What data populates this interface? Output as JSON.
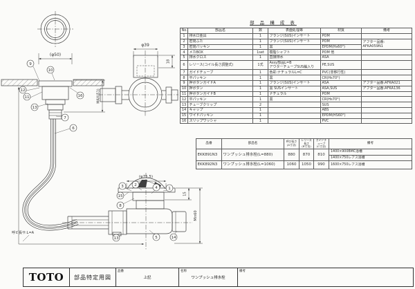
{
  "page": {
    "bg": "#fbfbf9",
    "ink": "#3f3f3f"
  },
  "title_block": {
    "logo": "TOTO",
    "doc_type": "部品特定用図",
    "part_no_label": "品番",
    "part_no_value": "上記",
    "name_label": "名称",
    "name_value": "ワンプッシュ排水栓",
    "remarks_label": "備考"
  },
  "parts_table": {
    "title": "部 品 構 成 表",
    "headers": [
      "No.",
      "部品名",
      "数",
      "表面処理等",
      "材質",
      "備考"
    ],
    "rows": [
      {
        "no": "1",
        "name": "排水口金具",
        "qty": "1",
        "surface": "フランジ(SUS)インサート",
        "material": "POM",
        "remark": ""
      },
      {
        "no": "2",
        "name": "密閉ふた",
        "qty": "1",
        "surface": "フランジ(SUS)インサート",
        "material": "POM",
        "remark": "アフター品番:\nAFKA059N1",
        "remark_rowspan": 2
      },
      {
        "no": "3",
        "name": "密閉パッキン",
        "qty": "1",
        "surface": "黒",
        "material": "EPDM(Hs60°)"
      },
      {
        "no": "4",
        "name": "メカBOX",
        "qty": "1set",
        "surface": "樹脂シャフト",
        "material": "POM 他",
        "remark": ""
      },
      {
        "no": "5",
        "name": "排水クロス",
        "qty": "1",
        "surface": "直接排水",
        "material": "ASA",
        "remark": ""
      },
      {
        "no": "6",
        "name": "レリース(コイル長さ調整式)",
        "qty": "1式",
        "surface": "Assy部品L=B\nアウターチューブSUS編入り",
        "material": "PE,SUS",
        "remark": ""
      },
      {
        "no": "7",
        "name": "ガイドチューブ",
        "qty": "1",
        "surface": "色彩:ナチュラルL=C",
        "material": "PVC(非移行性)",
        "remark": ""
      },
      {
        "no": "8",
        "name": "平パッキン",
        "qty": "1",
        "surface": "黒",
        "material": "CR(Hs70°)",
        "remark": ""
      },
      {
        "no": "9",
        "name": "押ボタンガイドA",
        "qty": "1",
        "surface": "フランジ(SUS)インサート",
        "material": "ASA",
        "remark": "アフター品番:AFKA021"
      },
      {
        "no": "10",
        "name": "押ボタン",
        "qty": "1",
        "surface": "黒 SUSインサート",
        "material": "ASA,SUS",
        "remark": "アフター品番:AFKA136"
      },
      {
        "no": "11",
        "name": "押ボタンガイドB",
        "qty": "1",
        "surface": "ナチュラル",
        "material": "POM",
        "remark": ""
      },
      {
        "no": "12",
        "name": "平パッキン",
        "qty": "1",
        "surface": "黒",
        "material": "CR(Hs70°)",
        "remark": ""
      },
      {
        "no": "13",
        "name": "チューブクリップ",
        "qty": "2",
        "surface": "",
        "material": "SUS",
        "remark": ""
      },
      {
        "no": "14",
        "name": "キャップ",
        "qty": "1",
        "surface": "",
        "material": "ABS",
        "remark": ""
      },
      {
        "no": "15",
        "name": "ワイドパッキン",
        "qty": "1",
        "surface": "",
        "material": "EPDM(HS60°)",
        "remark": ""
      },
      {
        "no": "16",
        "name": "スリップワッシャ",
        "qty": "1",
        "surface": "",
        "material": "PVC",
        "remark": ""
      }
    ]
  },
  "spec_table": {
    "headers": [
      "品番",
      "部品名",
      "呼び長さ\n(A寸法)",
      "レリース長さ\n(B寸法)",
      "ガイドチューブ\n(C寸法)",
      "備考"
    ],
    "rows": [
      {
        "code": "EKK891N3",
        "name": "ワンプッシュ排水栓(L=880)",
        "a": "880",
        "b": "870",
        "c": "810",
        "remarks": [
          "1400×900BMC浴槽",
          "1400×750レアス浴槽"
        ]
      },
      {
        "code": "EKK892N3",
        "name": "ワンプッシュ排水栓(L=1060)",
        "a": "1060",
        "b": "1050",
        "c": "990",
        "remarks": [
          "1600×750レアス浴槽"
        ]
      }
    ]
  },
  "drawing": {
    "dims": {
      "top_dia": "(φ50)",
      "button_max": "MAX(51)",
      "valve_dia": "φ39",
      "valve_depth": "18",
      "drain_dia": "(φ75.5)",
      "flange_h": "15",
      "min_depth": "Min60",
      "length": "呼ビ長サ:L=A"
    },
    "callouts": {
      "n1": "1",
      "n2": "2",
      "n3": "3",
      "n4": "4",
      "n5": "5",
      "n6": "6",
      "n7": "7",
      "n8": "8",
      "n9": "9",
      "n10": "10",
      "n11": "11",
      "n12": "12",
      "n13": "13",
      "n14": "14",
      "n15": "15",
      "n16": "16"
    }
  }
}
